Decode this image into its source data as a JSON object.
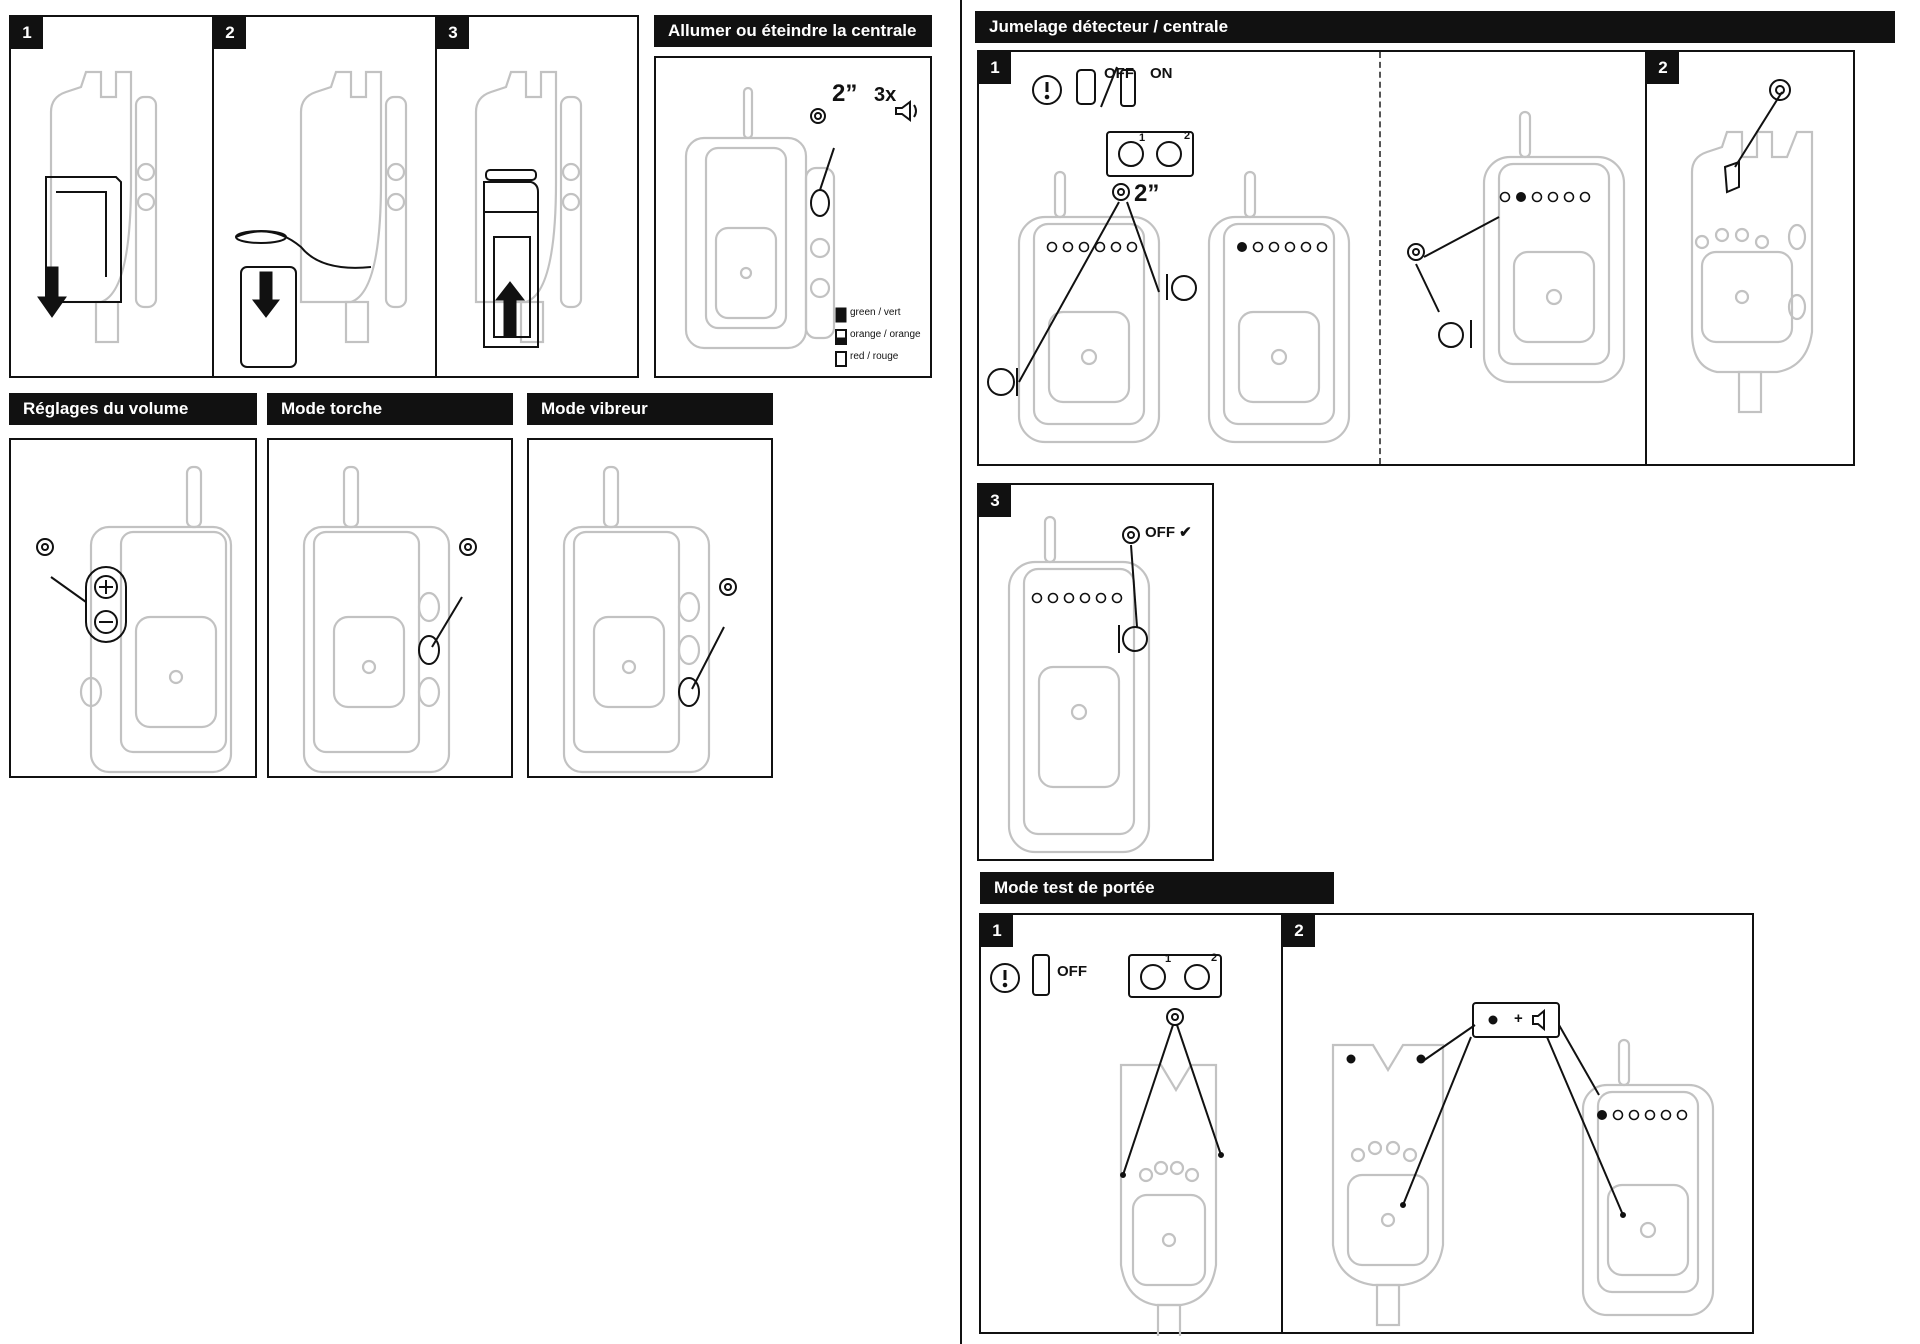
{
  "steps": {
    "s1": "1",
    "s2": "2",
    "s3": "3"
  },
  "headers": {
    "power": "Allumer ou éteindre la centrale",
    "volume": "Réglages du volume",
    "torch": "Mode torche",
    "vibrate": "Mode vibreur",
    "pairing": "Jumelage détecteur / centrale",
    "range": "Mode test de portée"
  },
  "power": {
    "hold": "2”",
    "beeps": "3x",
    "legend": [
      "green / vert",
      "orange / orange",
      "red / rouge"
    ]
  },
  "pairing": {
    "off": "OFF",
    "on": "ON",
    "hold": "2”",
    "combo_1": "1",
    "combo_2": "2",
    "confirm": "OFF ✔"
  },
  "range": {
    "off": "OFF",
    "combo_1": "1",
    "combo_2": "2",
    "plus": "+"
  }
}
